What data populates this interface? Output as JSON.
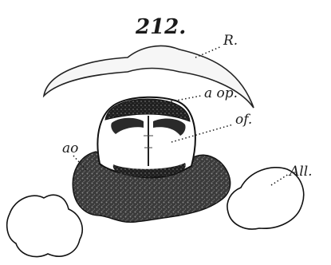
{
  "figure": {
    "number": "212."
  },
  "labels": {
    "R": "R.",
    "a_op": "a op.",
    "of": "of.",
    "ao": "ao",
    "All": "All."
  }
}
